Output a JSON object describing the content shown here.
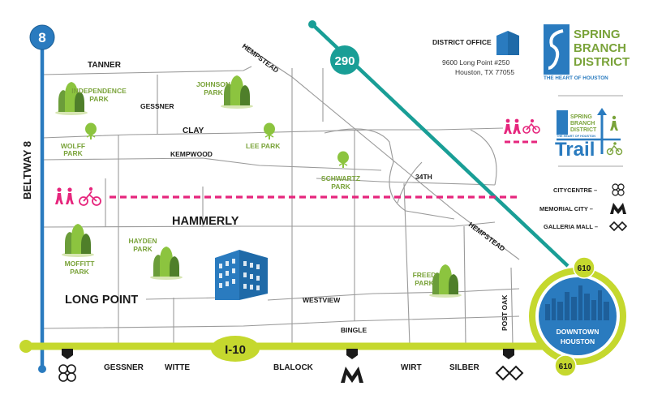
{
  "highways": {
    "beltway_shield": "8",
    "beltway_label": "BELTWAY 8",
    "hwy290": "290",
    "hwy610_top": "610",
    "hwy610_bottom": "610",
    "i10": "I-10"
  },
  "roads": {
    "tanner": "TANNER",
    "gessner_north": "GESSNER",
    "hempstead_north": "HEMPSTEAD",
    "clay": "CLAY",
    "kempwood": "KEMPWOOD",
    "thirty_fourth": "34TH",
    "hammerly": "HAMMERLY",
    "hempstead_south": "HEMPSTEAD",
    "long_point": "LONG POINT",
    "westview": "WESTVIEW",
    "bingle": "BINGLE",
    "post_oak": "POST OAK",
    "gessner": "GESSNER",
    "witte": "WITTE",
    "blalock": "BLALOCK",
    "wirt": "WIRT",
    "silber": "SILBER"
  },
  "parks": {
    "independence": [
      "INDEPENDENCE",
      "PARK"
    ],
    "johnson": [
      "JOHNSON",
      "PARK"
    ],
    "wolff": [
      "WOLFF",
      "PARK"
    ],
    "lee": "LEE PARK",
    "schwartz": [
      "SCHWARTZ",
      "PARK"
    ],
    "moffitt": [
      "MOFFITT",
      "PARK"
    ],
    "hayden": [
      "HAYDEN",
      "PARK"
    ],
    "freed": [
      "FREED",
      "PARK"
    ]
  },
  "downtown": [
    "DOWNTOWN",
    "HOUSTON"
  ],
  "office": {
    "title": "DISTRICT OFFICE",
    "address1": "9600 Long Point #250",
    "address2": "Houston, TX 77055"
  },
  "brand": {
    "line1": "SPRING",
    "line2": "BRANCH",
    "line3": "DISTRICT",
    "tagline": "THE HEART OF HOUSTON"
  },
  "trail_logo": {
    "line1": "SPRING",
    "line2": "BRANCH",
    "line3": "DISTRICT",
    "tagline": "THE HEART OF HOUSTON",
    "word": "Trail"
  },
  "legend": {
    "citycentre": "CITYCENTRE –",
    "memorial_city": "MEMORIAL CITY –",
    "galleria": "GALLERIA MALL –"
  },
  "icons": [
    "hiker-icon",
    "cyclist-icon",
    "tree-icon",
    "office-building-icon",
    "citycentre-icon",
    "memorial-city-icon",
    "galleria-icon"
  ],
  "colors": {
    "i10": "#c5d82e",
    "beltway": "#2a7bbf",
    "hwy290": "#199e96",
    "trail": "#e6267d",
    "park_green": "#7aa33a",
    "building_blue": "#2a7bbf",
    "road_gray": "#9a9a9a"
  }
}
